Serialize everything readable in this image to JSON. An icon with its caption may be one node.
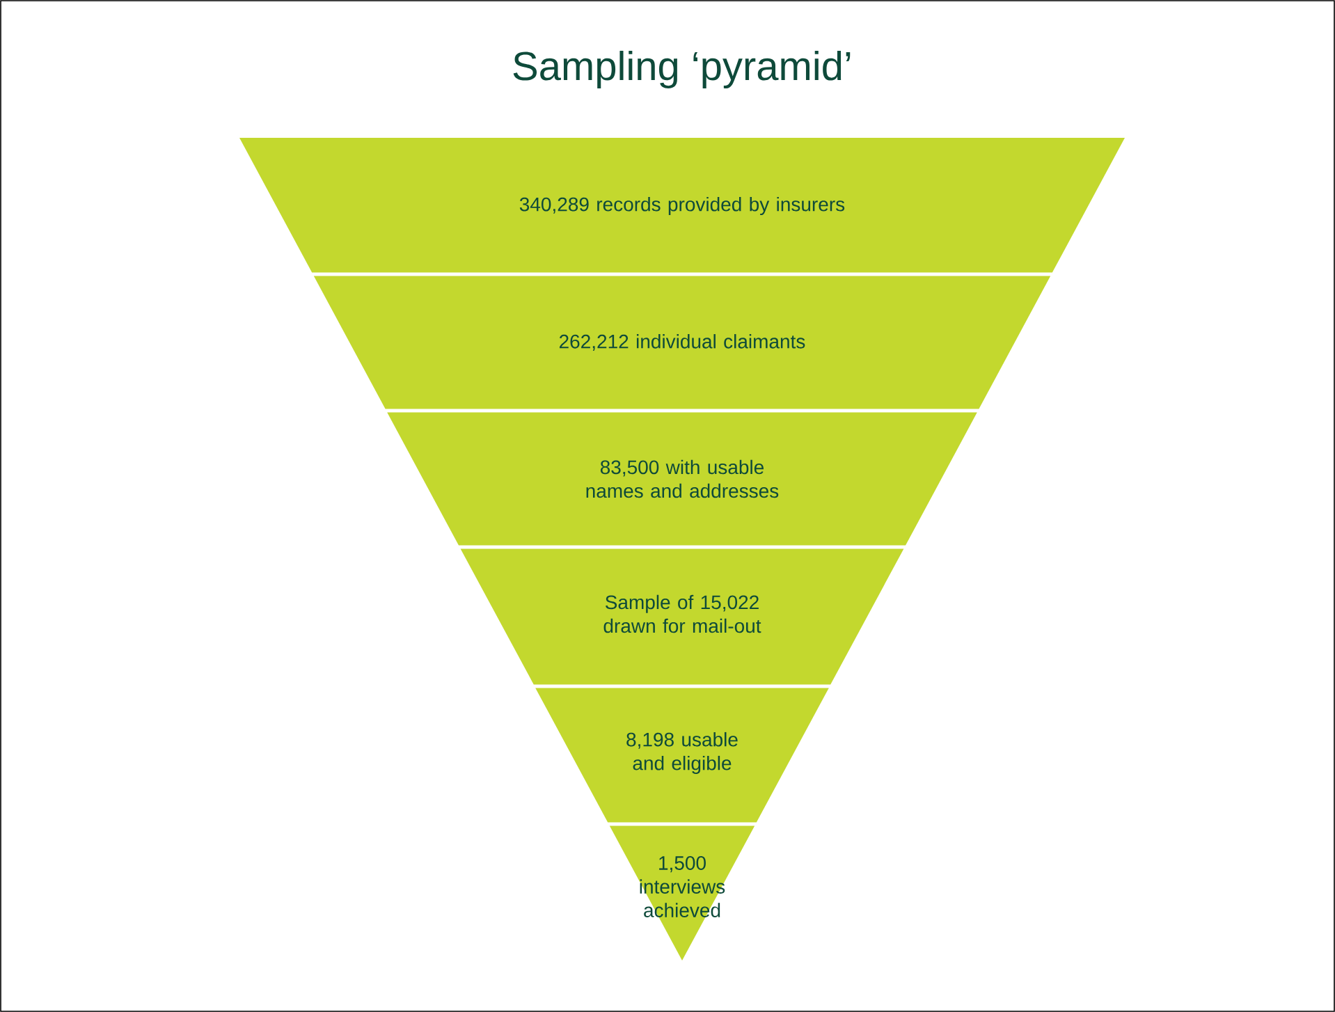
{
  "diagram": {
    "title": "Sampling ‘pyramid’",
    "nodes": [
      {
        "text": [
          "340,289 records provided by insurers"
        ]
      },
      {
        "text": [
          "262,212 individual claimants"
        ]
      },
      {
        "text": [
          "83,500 with usable names and addresses"
        ]
      },
      {
        "text": [
          "Sample of 15,022 drawn for mail-out"
        ]
      },
      {
        "text": [
          "8,198 usable and eligible"
        ]
      },
      {
        "text": [
          "1,500 interviews achieved"
        ]
      }
    ],
    "edges": []
  }
}
